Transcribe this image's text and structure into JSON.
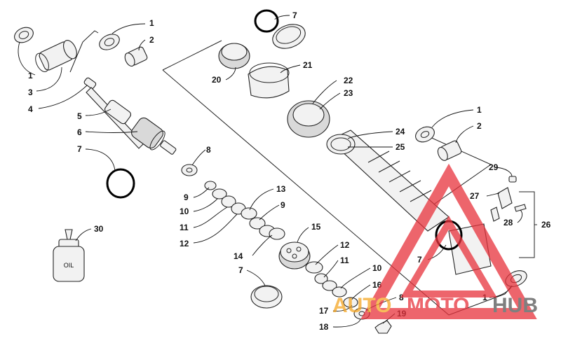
{
  "diagram": {
    "callouts": [
      {
        "id": "c-1a",
        "label": "1"
      },
      {
        "id": "c-2a",
        "label": "2"
      },
      {
        "id": "c-1b",
        "label": "1"
      },
      {
        "id": "c-3",
        "label": "3"
      },
      {
        "id": "c-4",
        "label": "4"
      },
      {
        "id": "c-5",
        "label": "5"
      },
      {
        "id": "c-6",
        "label": "6"
      },
      {
        "id": "c-7a",
        "label": "7"
      },
      {
        "id": "c-8a",
        "label": "8"
      },
      {
        "id": "c-9a",
        "label": "9"
      },
      {
        "id": "c-10a",
        "label": "10"
      },
      {
        "id": "c-11a",
        "label": "11"
      },
      {
        "id": "c-12a",
        "label": "12"
      },
      {
        "id": "c-13",
        "label": "13"
      },
      {
        "id": "c-9b",
        "label": "9"
      },
      {
        "id": "c-14",
        "label": "14"
      },
      {
        "id": "c-15",
        "label": "15"
      },
      {
        "id": "c-12b",
        "label": "12"
      },
      {
        "id": "c-11b",
        "label": "11"
      },
      {
        "id": "c-10b",
        "label": "10"
      },
      {
        "id": "c-16",
        "label": "16"
      },
      {
        "id": "c-8b",
        "label": "8"
      },
      {
        "id": "c-17",
        "label": "17"
      },
      {
        "id": "c-19",
        "label": "19"
      },
      {
        "id": "c-18",
        "label": "18"
      },
      {
        "id": "c-7b",
        "label": "7"
      },
      {
        "id": "c-30",
        "label": "30"
      },
      {
        "id": "c-7c",
        "label": "7"
      },
      {
        "id": "c-20",
        "label": "20"
      },
      {
        "id": "c-21",
        "label": "21"
      },
      {
        "id": "c-22",
        "label": "22"
      },
      {
        "id": "c-23",
        "label": "23"
      },
      {
        "id": "c-24",
        "label": "24"
      },
      {
        "id": "c-25",
        "label": "25"
      },
      {
        "id": "c-1c",
        "label": "1"
      },
      {
        "id": "c-2b",
        "label": "2"
      },
      {
        "id": "c-29",
        "label": "29"
      },
      {
        "id": "c-27",
        "label": "27"
      },
      {
        "id": "c-28",
        "label": "28"
      },
      {
        "id": "c-26",
        "label": "26"
      },
      {
        "id": "c-7d",
        "label": "7"
      },
      {
        "id": "c-1d",
        "label": "1"
      }
    ],
    "oil_bottle_label": "OIL",
    "watermark": {
      "part1": "AUTO",
      "part2": "MOTO",
      "part3": "HUB",
      "color_orange": "#f5a623",
      "color_red": "#e8323c",
      "color_gray": "#555555"
    }
  }
}
